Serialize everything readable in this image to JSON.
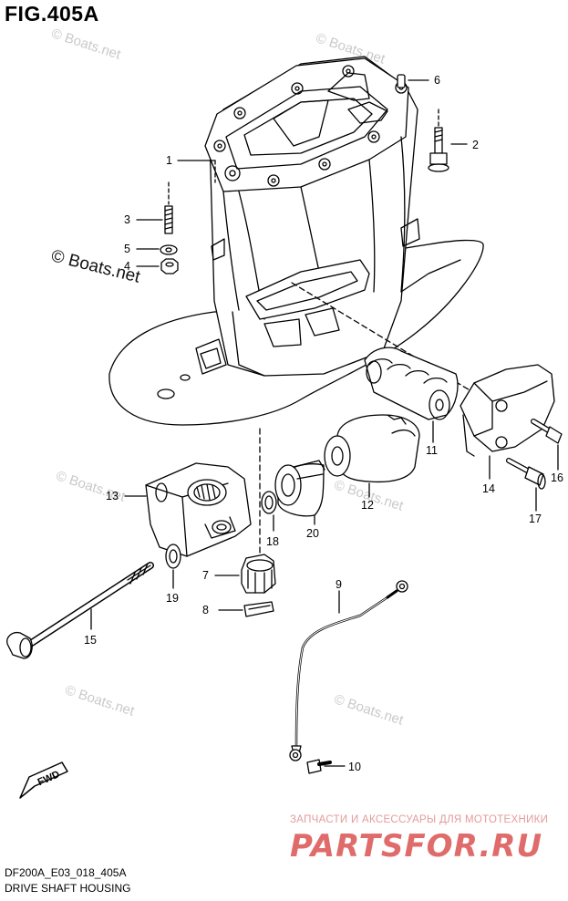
{
  "figure": {
    "title": "FIG.405A",
    "code": "DF200A_E03_018_405A",
    "name": "DRIVE SHAFT HOUSING"
  },
  "watermark": {
    "text": "© Boats.net",
    "main_text": "© Boats.net"
  },
  "shop": {
    "tagline": "ЗАПЧАСТИ И АКСЕССУАРЫ ДЛЯ МОТОТЕХНИКИ",
    "logo": "PARTSFOR.RU"
  },
  "direction_badge": "FWD",
  "part_labels": [
    "1",
    "2",
    "3",
    "4",
    "5",
    "6",
    "7",
    "8",
    "9",
    "10",
    "11",
    "12",
    "13",
    "14",
    "15",
    "16",
    "17",
    "18",
    "19",
    "20"
  ],
  "colors": {
    "line": "#000000",
    "watermark": "#c9c9c9",
    "shop_text": "#e59a9a",
    "shop_logo": "#e06b6b"
  }
}
